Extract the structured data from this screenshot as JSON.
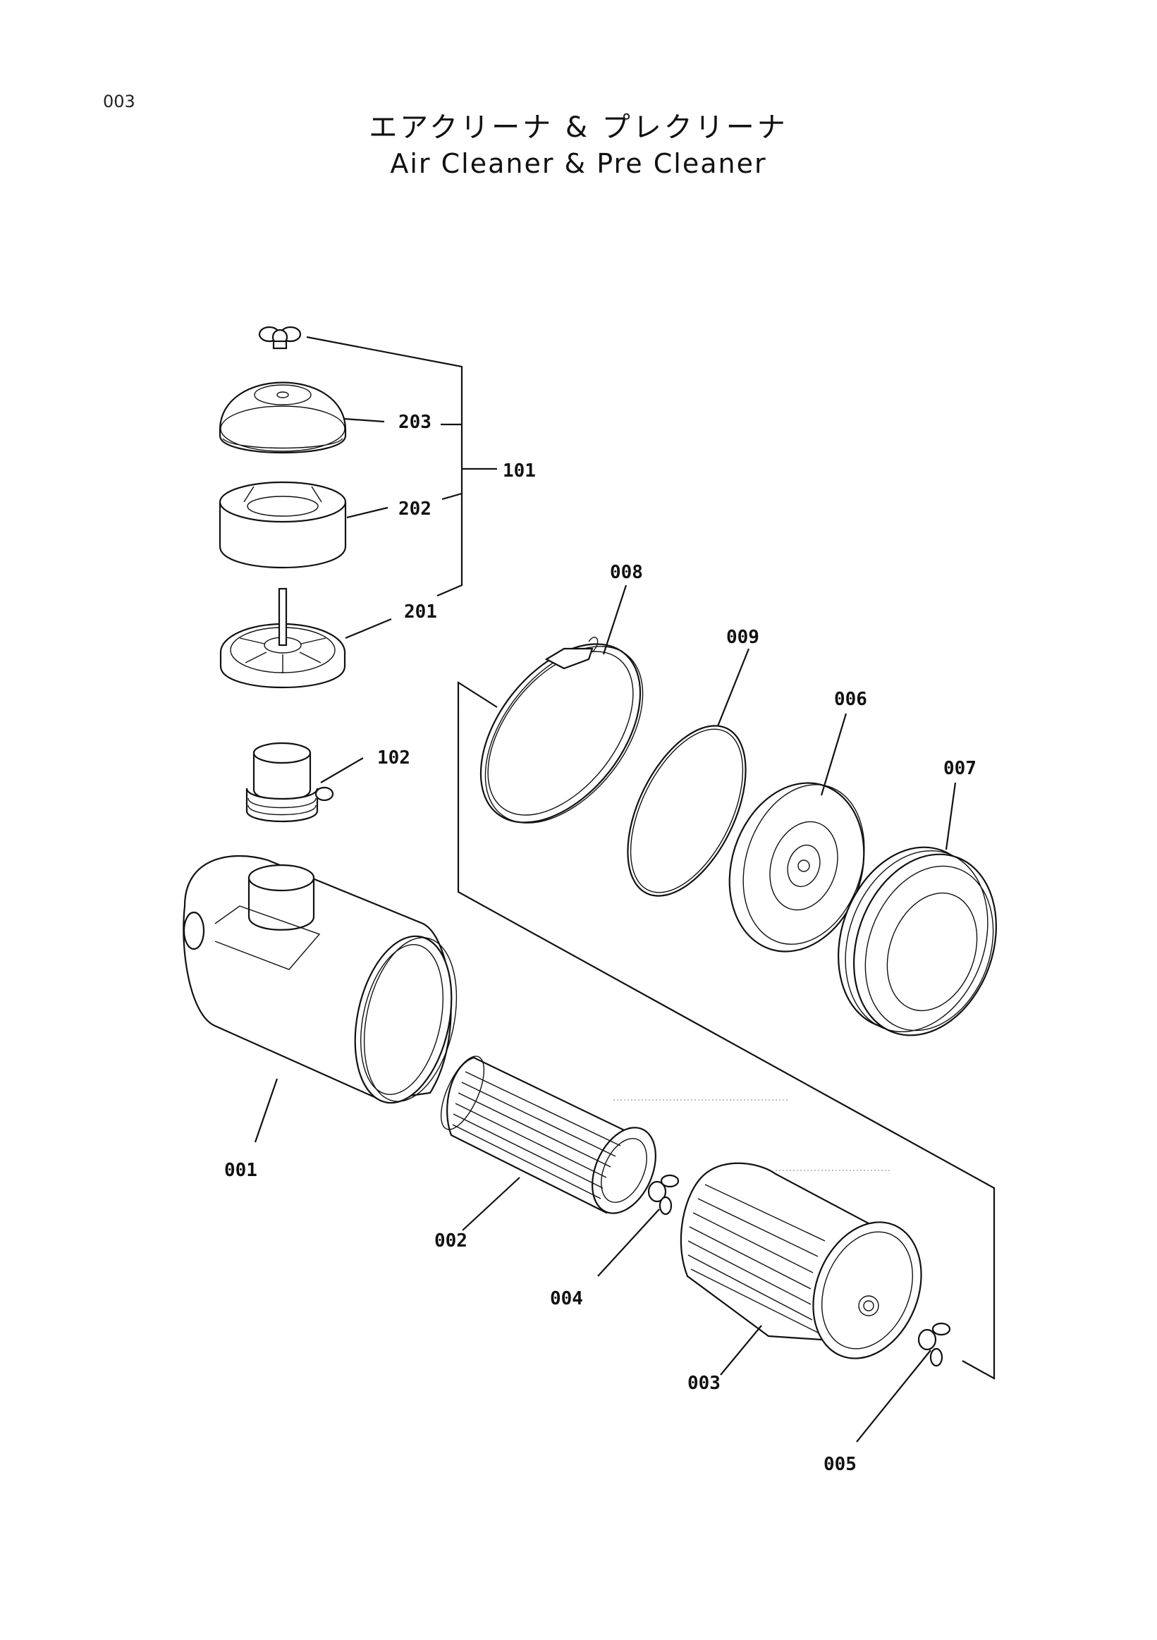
{
  "page": {
    "number": "003",
    "title_jp": "エアクリーナ & プレクリーナ",
    "title_en": "Air Cleaner & Pre Cleaner"
  },
  "parts": [
    {
      "id": "wingnut-top",
      "label": ""
    },
    {
      "id": "cover",
      "label": "203"
    },
    {
      "id": "bowl",
      "label": "202"
    },
    {
      "id": "vane-element",
      "label": "201"
    },
    {
      "id": "pre-cleaner-assy",
      "label": "101"
    },
    {
      "id": "adapter",
      "label": "102"
    },
    {
      "id": "housing",
      "label": "001"
    },
    {
      "id": "inner-element",
      "label": "002"
    },
    {
      "id": "outer-element",
      "label": "003"
    },
    {
      "id": "wingnut-inner",
      "label": "004"
    },
    {
      "id": "wingnut-outer",
      "label": "005"
    },
    {
      "id": "end-cap",
      "label": "006"
    },
    {
      "id": "dust-cup",
      "label": "007"
    },
    {
      "id": "clamp-band",
      "label": "008"
    },
    {
      "id": "gasket-ring",
      "label": "009"
    }
  ]
}
